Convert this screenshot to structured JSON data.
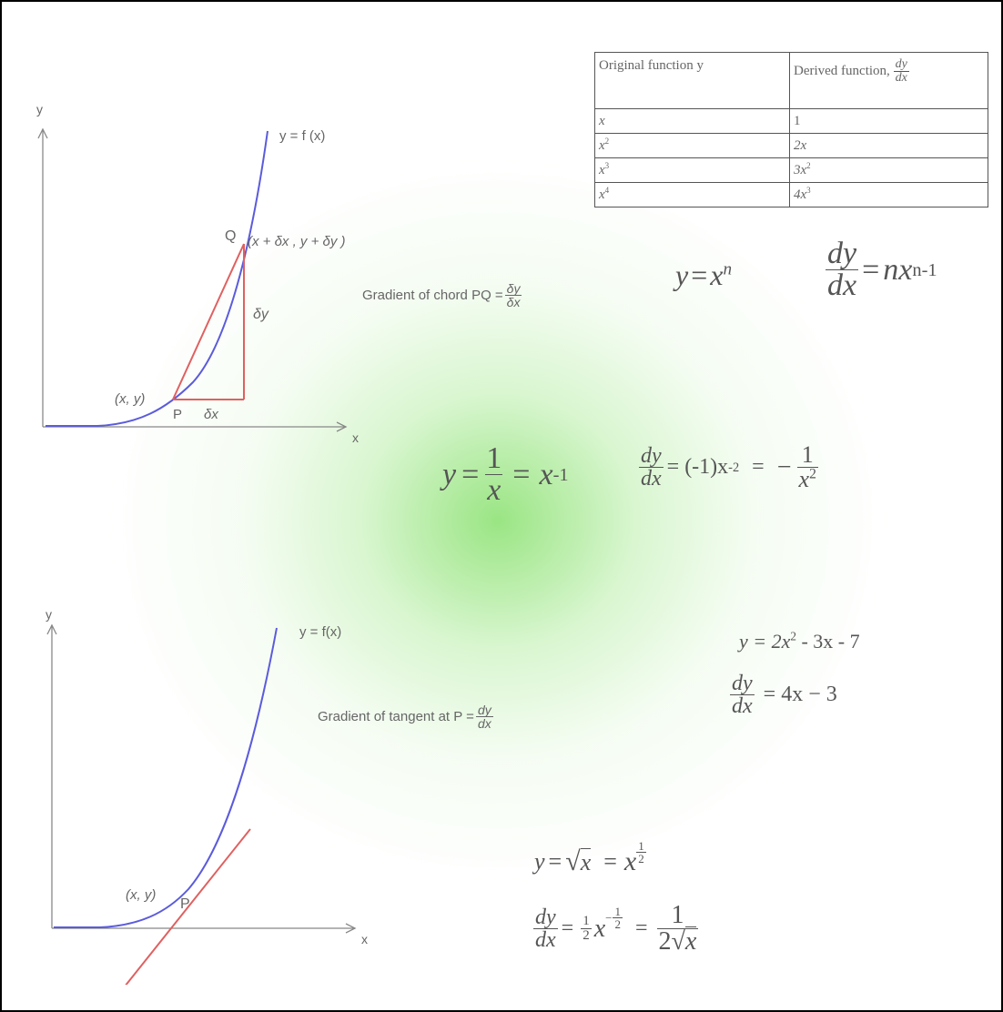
{
  "table": {
    "header_left": "Original function y",
    "header_right_text": "Derived function,",
    "header_right_num": "dy",
    "header_right_den": "dx",
    "rows": [
      {
        "base": "x",
        "exp": "",
        "dbase": "1",
        "dexp": ""
      },
      {
        "base": "x",
        "exp": "2",
        "dbase": "2x",
        "dexp": ""
      },
      {
        "base": "x",
        "exp": "3",
        "dbase": "3x",
        "dexp": "2"
      },
      {
        "base": "x",
        "exp": "4",
        "dbase": "4x",
        "dexp": "3"
      }
    ]
  },
  "top_graph": {
    "y_axis": "y",
    "x_axis": "x",
    "curve_label": "y = f (x)",
    "point_q": "Q",
    "q_coords": "(x + δx , y  +  δy )",
    "delta_y": "δy",
    "delta_x": "δx",
    "point_p": "P",
    "p_coords": "(x, y)"
  },
  "chord": {
    "label": "Gradient of chord PQ = ",
    "num": "δy",
    "den": "δx"
  },
  "power_rule": {
    "lhs_y": "y",
    "eq": "=",
    "x": "x",
    "n": "n",
    "dy": "dy",
    "dx": "dx",
    "rhs": "nx",
    "rhs_exp": "n-1"
  },
  "reciprocal": {
    "y": "y",
    "eq": "=",
    "one": "1",
    "x": "x",
    "xinv": "x",
    "xinv_exp": "-1",
    "dy": "dy",
    "dx": "dx",
    "mid": "= (-1)x",
    "mid_exp": "-2",
    "eq2": "=",
    "minus": "−",
    "x2": "x",
    "x2_exp": "2"
  },
  "bottom_graph": {
    "y_axis": "y",
    "x_axis": "x",
    "curve_label": "y  = f(x)",
    "point_p": "P",
    "p_coords": "(x, y)"
  },
  "tangent": {
    "label": "Gradient of tangent at  P = ",
    "num": "dy",
    "den": "dx"
  },
  "quadratic": {
    "line1": "y = 2x",
    "line1_exp": "2",
    "line1_rest": " - 3x - 7",
    "dy": "dy",
    "dx": "dx",
    "rhs": "=  4x − 3"
  },
  "sqrt": {
    "y": "y",
    "eq": "=",
    "x": "x",
    "eq2": "=",
    "xp": "x",
    "half_num": "1",
    "half_den": "2",
    "dy": "dy",
    "dx": "dx",
    "eq3": "=",
    "coef_num": "1",
    "coef_den": "2",
    "xneg": "x",
    "neg": "−",
    "eq4": "=",
    "one": "1",
    "two": "2"
  },
  "colors": {
    "curve": "#5b5bdc",
    "chord": "#e06060",
    "axis": "#888888",
    "glow": "#7bdc5a"
  }
}
